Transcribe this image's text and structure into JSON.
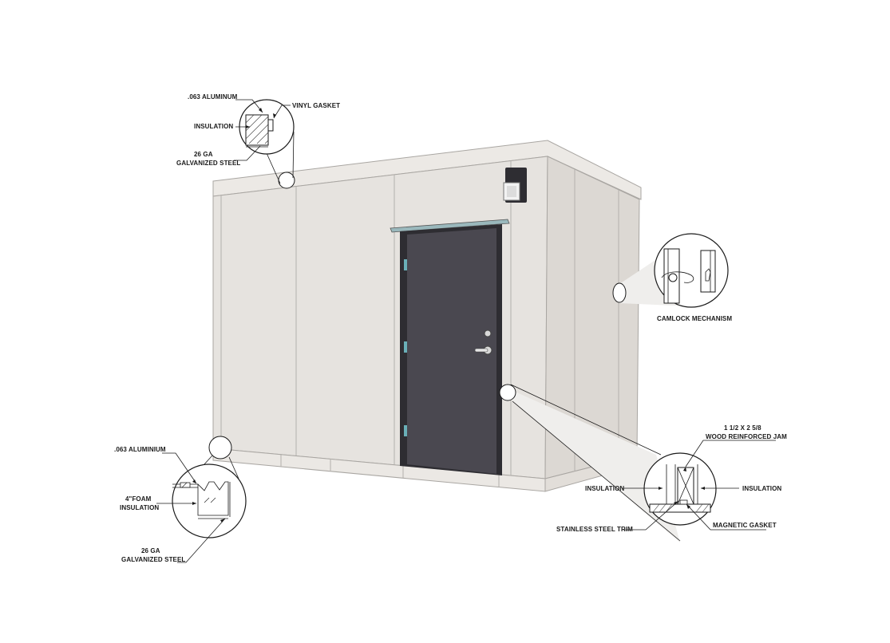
{
  "colors": {
    "wall": "#e6e3df",
    "wall_side": "#dcd8d3",
    "door": "#4a4850",
    "frame": "#2e2d32",
    "hinge_accent": "#6ab0b8",
    "outline": "#1a1a1a"
  },
  "callouts": {
    "top_left": {
      "aluminum": ".063 ALUMINUM",
      "insulation": "INSULATION",
      "steel_line1": "26 GA",
      "steel_line2": "GALVANIZED STEEL",
      "gasket": "VINYL GASKET"
    },
    "camlock": {
      "label": "CAMLOCK MECHANISM"
    },
    "bottom_left": {
      "aluminum": ".063 ALUMINIUM",
      "foam_line1": "4\"FOAM",
      "foam_line2": "INSULATION",
      "steel_line1": "26 GA",
      "steel_line2": "GALVANIZED STEEL"
    },
    "door_frame": {
      "jam_line1": "1 1/2 X 2 5/8",
      "jam_line2": "WOOD REINFORCED JAM",
      "insulation_left": "INSULATION",
      "insulation_right": "INSULATION",
      "trim": "STAINLESS STEEL TRIM",
      "gasket": "MAGNETIC GASKET"
    }
  }
}
